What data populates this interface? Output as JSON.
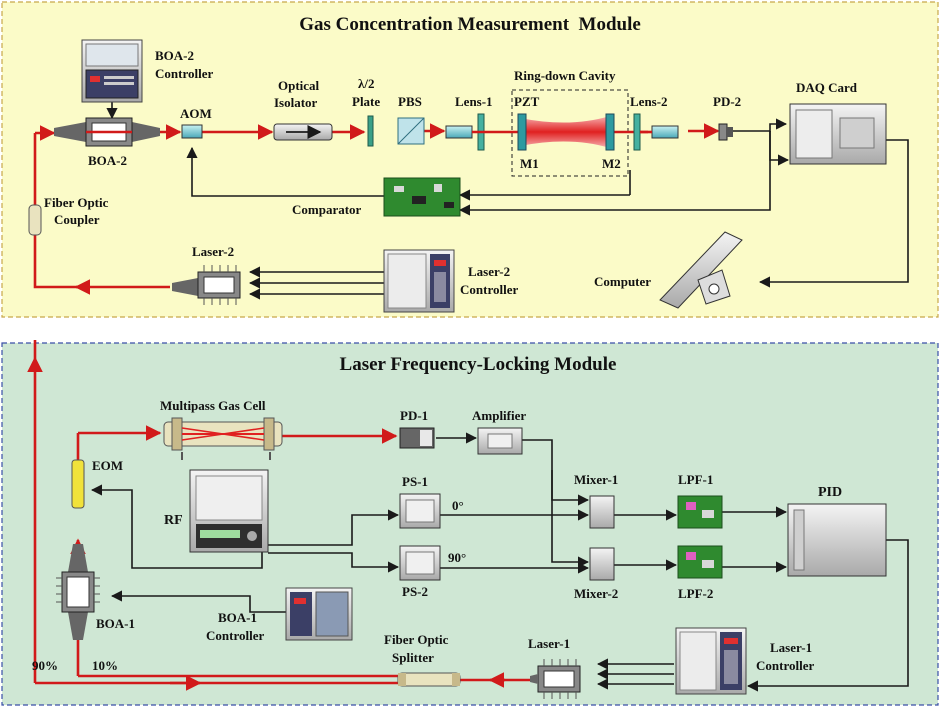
{
  "modules": {
    "top_title": "Gas Concentration Measurement  Module",
    "bottom_title": "Laser Frequency-Locking Module"
  },
  "labels": {
    "boa2_controller": [
      "BOA-2",
      "Controller"
    ],
    "boa2": "BOA-2",
    "aom": "AOM",
    "optical_isolator": [
      "Optical",
      "Isolator"
    ],
    "half_wave": [
      "λ/2",
      "Plate"
    ],
    "pbs": "PBS",
    "ringdown_cavity": "Ring-down Cavity",
    "lens1": "Lens-1",
    "pzt": "PZT",
    "m1": "M1",
    "m2": "M2",
    "lens2": "Lens-2",
    "pd2": "PD-2",
    "daq": "DAQ Card",
    "fiber_optic_coupler": [
      "Fiber Optic",
      "Coupler"
    ],
    "comparator": "Comparator",
    "laser2": "Laser-2",
    "laser2_controller": [
      "Laser-2",
      "Controller"
    ],
    "computer": "Computer",
    "multipass_gas_cell": "Multipass Gas Cell",
    "pd1": "PD-1",
    "amplifier": "Amplifier",
    "eom": "EOM",
    "ps1": "PS-1",
    "deg0": "0°",
    "rf": "RF",
    "mixer1": "Mixer-1",
    "lpf1": "LPF-1",
    "pid": "PID",
    "ps2": "PS-2",
    "deg90": "90°",
    "mixer2": "Mixer-2",
    "lpf2": "LPF-2",
    "boa1": "BOA-1",
    "boa1_controller": [
      "BOA-1",
      "Controller"
    ],
    "fiber_optic_splitter": [
      "Fiber Optic",
      "Splitter"
    ],
    "laser1": "Laser-1",
    "laser1_controller": [
      "Laser-1",
      "Controller"
    ],
    "pct90": "90%",
    "pct10": "10%"
  },
  "colors": {
    "top_module_bg": "#fbfbc8",
    "bottom_module_bg": "#cfe7d4",
    "optical_path": "#d11a1a",
    "electrical_path": "#1a1a1a",
    "circuit_board": "#2f8a2f"
  }
}
